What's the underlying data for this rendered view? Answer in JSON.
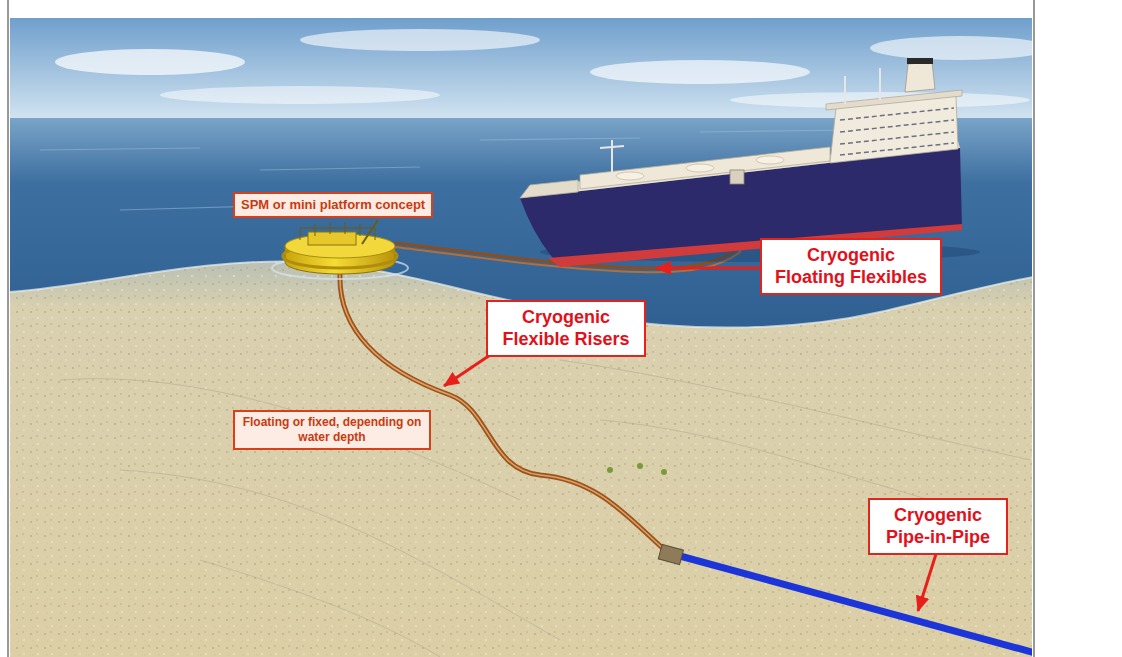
{
  "diagram": {
    "nodes": [
      {
        "text": [
          "SPM or mini platform concept"
        ]
      },
      {
        "text": [
          "Cryogenic Floating Flexibles"
        ]
      },
      {
        "text": [
          "Cryogenic Flexible Risers"
        ]
      },
      {
        "text": [
          "Floating or fixed, depending on water depth"
        ]
      },
      {
        "text": [
          "Cryogenic Pipe-in-Pipe"
        ]
      }
    ]
  }
}
